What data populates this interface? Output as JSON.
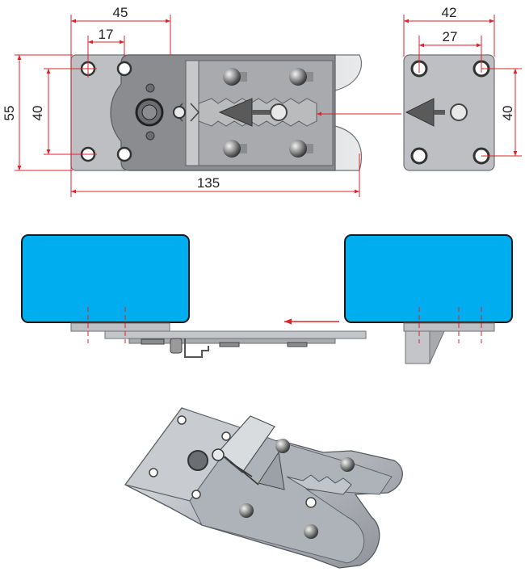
{
  "dimensions": {
    "left_width": "45",
    "left_hole_spacing": "17",
    "left_height": "55",
    "left_hole_height": "40",
    "total_length": "135",
    "right_width": "42",
    "right_hole_spacing": "27",
    "right_hole_height": "40"
  },
  "colors": {
    "dimension_line": "#e0202a",
    "block_fill": "#00aeef",
    "block_stroke": "#1a1a1a",
    "plate_light": "#bdbfc2",
    "plate_dark": "#8a8c8f",
    "metal": "#c9ccd0"
  },
  "icons": [
    "arrow-left-icon",
    "arrow-left-icon",
    "triangle-arrow-icon",
    "triangle-arrow-icon"
  ]
}
